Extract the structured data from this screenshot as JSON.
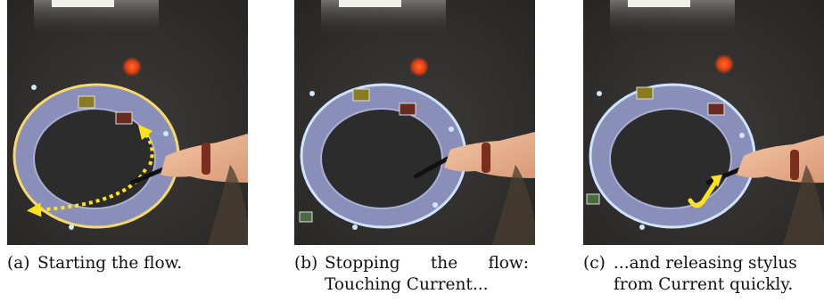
{
  "figure": {
    "panels": [
      {
        "label": "(a)",
        "caption_lines": [
          "Starting the flow."
        ]
      },
      {
        "label": "(b)",
        "caption_lines": [
          "Stopping the flow:",
          "Touching Current..."
        ]
      },
      {
        "label": "(c)",
        "caption_lines": [
          "...and releasing stylus",
          "from Current quickly."
        ]
      }
    ]
  }
}
